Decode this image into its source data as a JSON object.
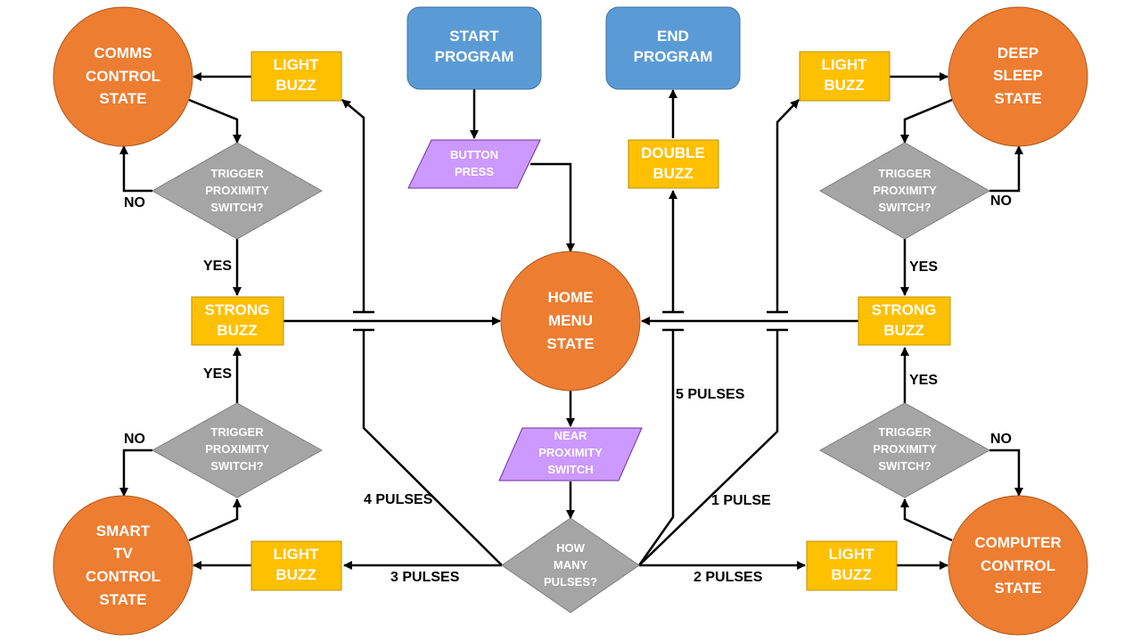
{
  "colors": {
    "state": "#ED7D31",
    "buzz": "#FFC000",
    "terminal": "#5B9BD5",
    "decision": "#A5A5A5",
    "io": "#CC99FF",
    "line": "#000000"
  },
  "nodes": {
    "start": [
      "START",
      "PROGRAM"
    ],
    "end": [
      "END",
      "PROGRAM"
    ],
    "button_press": [
      "BUTTON",
      "PRESS"
    ],
    "double_buzz": [
      "DOUBLE",
      "BUZZ"
    ],
    "home": [
      "HOME",
      "MENU",
      "STATE"
    ],
    "near_prox": [
      "NEAR",
      "PROXIMITY",
      "SWITCH"
    ],
    "how_many": [
      "HOW",
      "MANY",
      "PULSES?"
    ],
    "comms": [
      "COMMS",
      "CONTROL",
      "STATE"
    ],
    "deep_sleep": [
      "DEEP",
      "SLEEP",
      "STATE"
    ],
    "smart_tv": [
      "SMART",
      "TV",
      "CONTROL",
      "STATE"
    ],
    "computer": [
      "COMPUTER",
      "CONTROL",
      "STATE"
    ],
    "light_buzz_tl": [
      "LIGHT",
      "BUZZ"
    ],
    "light_buzz_tr": [
      "LIGHT",
      "BUZZ"
    ],
    "light_buzz_bl": [
      "LIGHT",
      "BUZZ"
    ],
    "light_buzz_br": [
      "LIGHT",
      "BUZZ"
    ],
    "strong_buzz_l": [
      "STRONG",
      "BUZZ"
    ],
    "strong_buzz_r": [
      "STRONG",
      "BUZZ"
    ],
    "trigger_tl": [
      "TRIGGER",
      "PROXIMITY",
      "SWITCH?"
    ],
    "trigger_bl": [
      "TRIGGER",
      "PROXIMITY",
      "SWITCH?"
    ],
    "trigger_tr": [
      "TRIGGER",
      "PROXIMITY",
      "SWITCH?"
    ],
    "trigger_br": [
      "TRIGGER",
      "PROXIMITY",
      "SWITCH?"
    ]
  },
  "edge_labels": {
    "no_tl": "NO",
    "yes_tl": "YES",
    "yes_bl": "YES",
    "no_bl": "NO",
    "no_tr": "NO",
    "yes_tr": "YES",
    "yes_br": "YES",
    "no_br": "NO",
    "pulses_4": "4 PULSES",
    "pulses_3": "3 PULSES",
    "pulses_2": "2 PULSES",
    "pulse_1": "1 PULSE",
    "pulses_5": "5 PULSES"
  }
}
